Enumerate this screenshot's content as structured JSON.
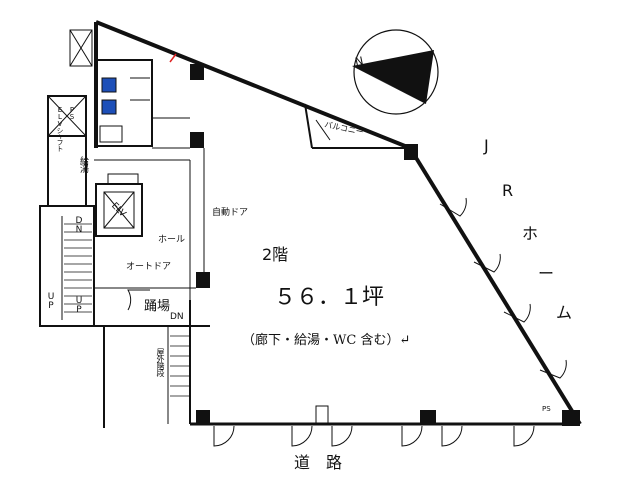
{
  "floor": "2階",
  "area": "５６．１坪",
  "area_note": "（廊下・給湯・WC 含む）↵",
  "jr_home": [
    "J",
    "R",
    "ホ",
    "ー",
    "ム"
  ],
  "road": "道　路",
  "labels": {
    "auto_door_1": "自動ドア",
    "auto_door_2": "オートドア",
    "hall": "ホール",
    "landing": "踊場",
    "dn_1": "DN",
    "dn_2": "DN",
    "up_1": "UP",
    "up_2": "UP",
    "elv": "ELV",
    "balcony": "バルコニー",
    "kyuto": "給湯",
    "ps": "PS",
    "ps_2": "PS",
    "outdoor_stairs": "屋外階段",
    "ev_shaft": "ELVシャフト"
  },
  "compass": {
    "north": "N"
  }
}
